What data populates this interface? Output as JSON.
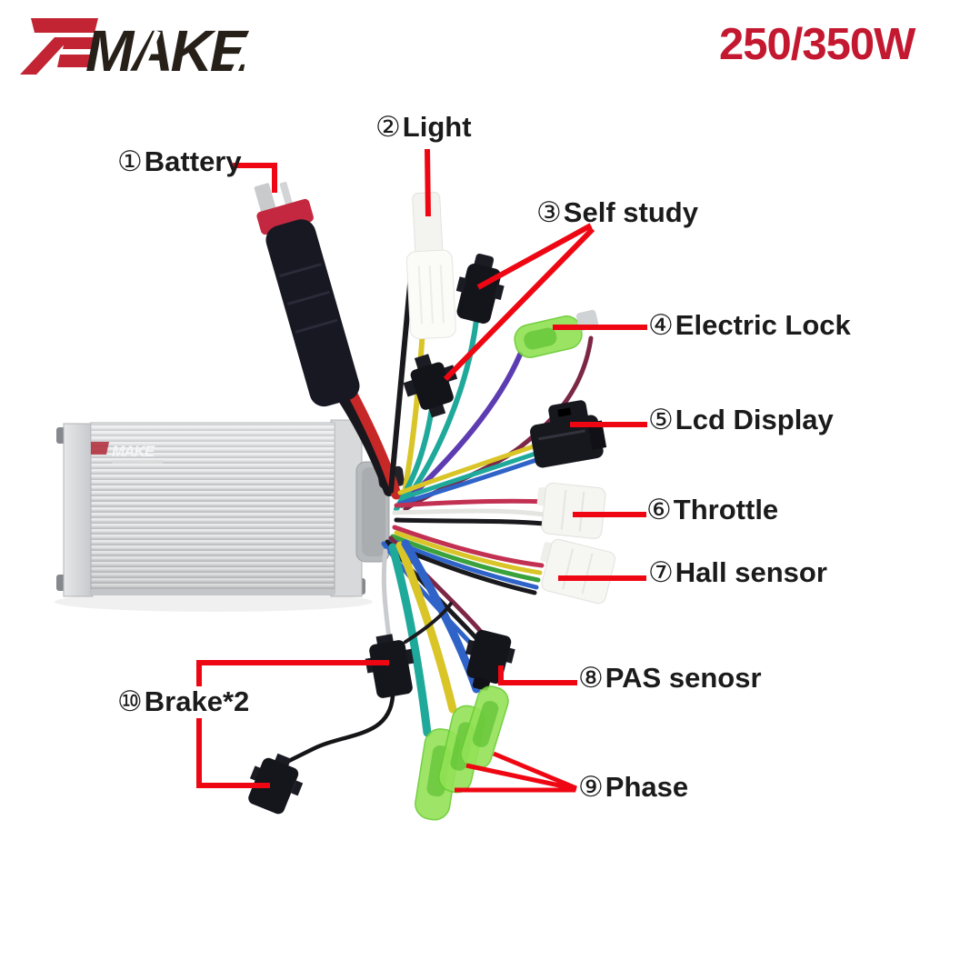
{
  "brand": {
    "logo_prefix": "ZE",
    "logo_text": "MAKE"
  },
  "power_rating": "250/350W",
  "connectors": [
    {
      "num": "①",
      "label": "Battery"
    },
    {
      "num": "②",
      "label": "Light"
    },
    {
      "num": "③",
      "label": "Self study"
    },
    {
      "num": "④",
      "label": "Electric Lock"
    },
    {
      "num": "⑤",
      "label": "Lcd Display"
    },
    {
      "num": "⑥",
      "label": "Throttle"
    },
    {
      "num": "⑦",
      "label": "Hall sensor"
    },
    {
      "num": "⑧",
      "label": "PAS senosr"
    },
    {
      "num": "⑨",
      "label": "Phase"
    },
    {
      "num": "⑩",
      "label": "Brake*2"
    }
  ],
  "colors": {
    "annotation_red": "#ee0713",
    "power_red": "#c3182f",
    "logo_red": "#c22433",
    "logo_dark": "#262019",
    "label_dark": "#1b1b1b"
  }
}
